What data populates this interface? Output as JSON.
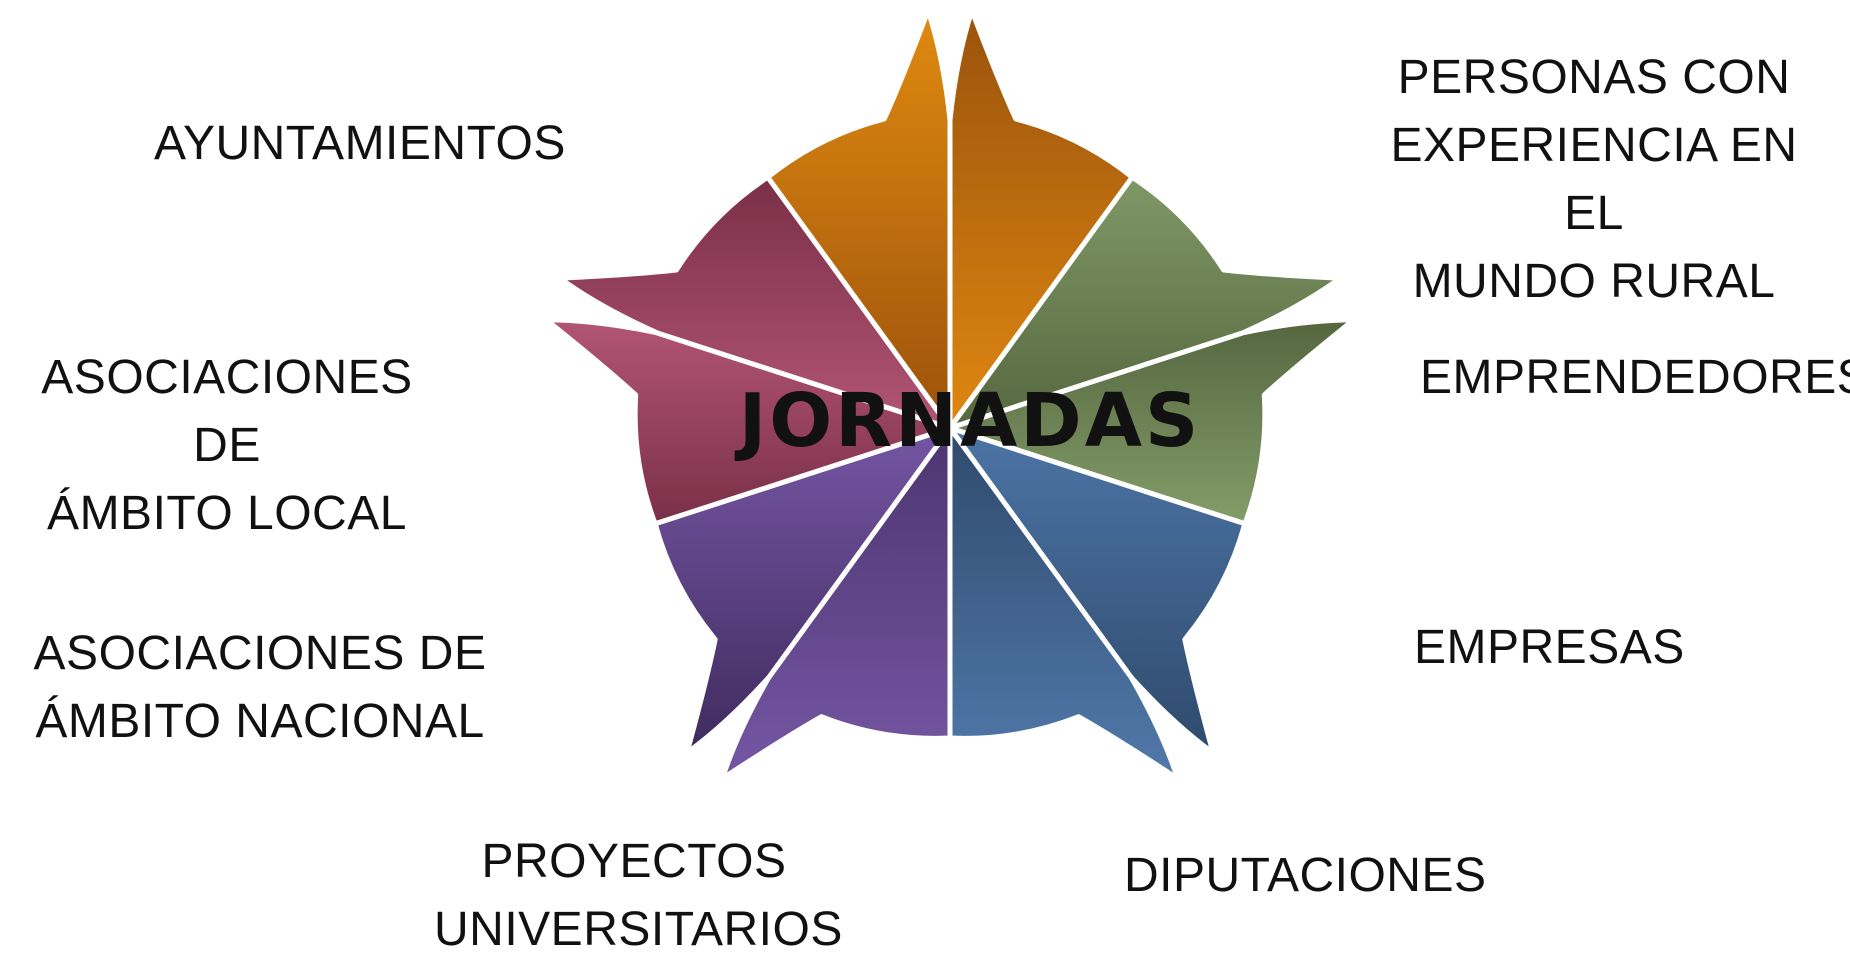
{
  "diagram": {
    "center_title": "JORNADAS",
    "segments": [
      {
        "label": "PERSONAS CON\nEXPERIENCIA EN EL\nMUNDO RURAL",
        "color": "#b7640e"
      },
      {
        "label": "EMPRENDEDORES",
        "color": "#6f8a5a"
      },
      {
        "label": "EMPRESAS",
        "color": "#3f5f86"
      },
      {
        "label": "DIPUTACIONES",
        "color": "#456e9e"
      },
      {
        "label": "PROYECTOS\nUNIVERSITARIOS",
        "color": "#5a3f80"
      },
      {
        "label": "ASOCIACIONES DE\nÁMBITO NACIONAL",
        "color": "#65488f"
      },
      {
        "label": "ASOCIACIONES DE\nÁMBITO LOCAL",
        "color": "#9a4468"
      },
      {
        "label": "AYUNTAMIENTOS",
        "color": "#d37a12"
      }
    ]
  }
}
